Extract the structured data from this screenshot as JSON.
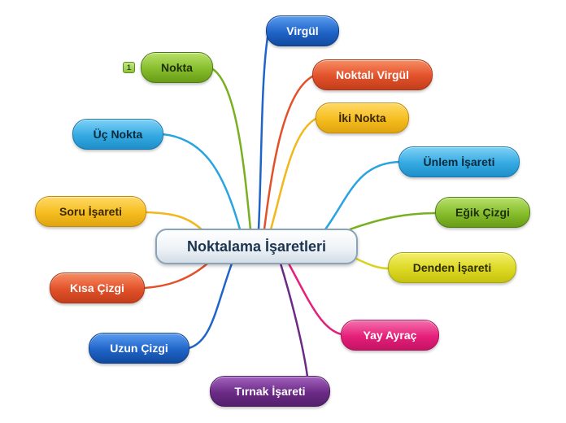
{
  "central": {
    "label": "Noktalama İşaretleri"
  },
  "topics": {
    "virgul": {
      "label": "Virgül"
    },
    "nokta": {
      "label": "Nokta",
      "marker": "1"
    },
    "noktali_virgul": {
      "label": "Noktalı Virgül"
    },
    "iki_nokta": {
      "label": "İki Nokta"
    },
    "uc_nokta": {
      "label": "Üç Nokta"
    },
    "unlem": {
      "label": "Ünlem İşareti"
    },
    "soru": {
      "label": "Soru İşareti"
    },
    "egik_cizgi": {
      "label": "Eğik Çizgi"
    },
    "denden": {
      "label": "Denden İşareti"
    },
    "kisa_cizgi": {
      "label": "Kısa Çizgi"
    },
    "yay_ayrac": {
      "label": "Yay Ayraç"
    },
    "uzun_cizgi": {
      "label": "Uzun Çizgi"
    },
    "tirnak": {
      "label": "Tırnak İşareti"
    }
  },
  "colors": {
    "blue": "#1f64c8",
    "green": "#78b021",
    "orange_red": "#e2512a",
    "yellow": "#f0b81b",
    "sky_blue": "#2aa4e0",
    "lime": "#d8d41e",
    "pink": "#e51f7a",
    "purple": "#6b2a86"
  }
}
